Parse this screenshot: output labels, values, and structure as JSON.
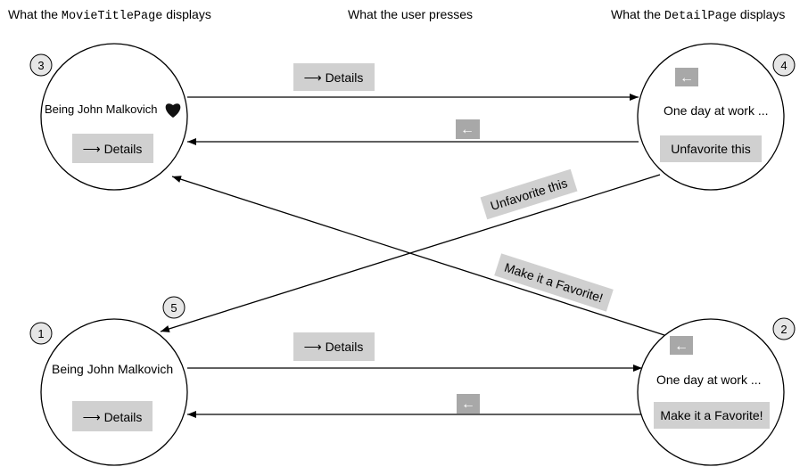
{
  "headers": {
    "left_prefix": "What the ",
    "left_code": "MovieTitlePage",
    "left_suffix": " displays",
    "center": "What the user presses",
    "right_prefix": "What the ",
    "right_code": "DetailPage",
    "right_suffix": " displays"
  },
  "colors": {
    "button_fill": "#d0d0d0",
    "badge_fill": "#e6e6e6",
    "stroke": "#000000",
    "heart": "#111111"
  },
  "icons": {
    "details_arrow": "long-right-arrow",
    "back_arrow": "left-arrow",
    "favorite": "heart"
  },
  "states": {
    "s3": {
      "badge": "3",
      "title": "Being John Malkovich",
      "favorite_icon": "heart",
      "button": "⟶ Details"
    },
    "s4": {
      "badge": "4",
      "back": "←",
      "text": "One day at work ...",
      "button": "Unfavorite this"
    },
    "s1": {
      "badge": "1",
      "title": "Being John Malkovich",
      "button": "⟶ Details"
    },
    "s2": {
      "badge": "2",
      "back": "←",
      "text": "One day at work ...",
      "button": "Make it a Favorite!"
    }
  },
  "badge5": "5",
  "edges": {
    "e3_4": "⟶ Details",
    "e4_3": "←",
    "e4_5": "Unfavorite this",
    "e2_3": "Make it a Favorite!",
    "e1_2": "⟶ Details",
    "e2_1": "←"
  }
}
